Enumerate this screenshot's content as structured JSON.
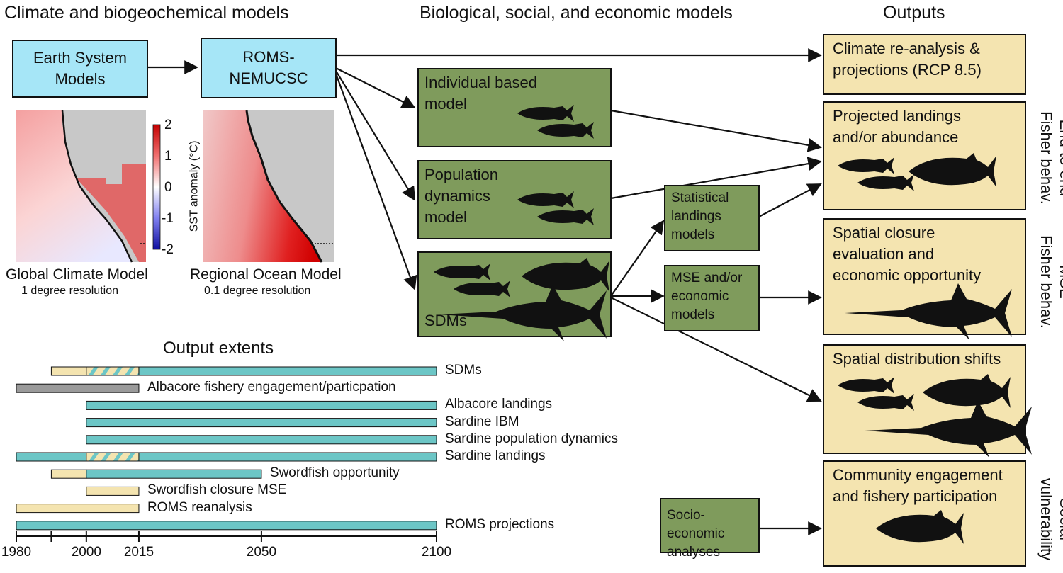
{
  "headers": {
    "climate": "Climate and biogeochemical models",
    "bio": "Biological, social, and economic models",
    "outputs": "Outputs",
    "extents": "Output extents"
  },
  "models": {
    "esm": "Earth System\nModels",
    "roms": "ROMS-\nNEMUCSC",
    "ibm": "Individual based\nmodel",
    "popdyn": "Population\ndynamics\nmodel",
    "sdms": "SDMs",
    "stat_landings": "Statistical\nlandings\nmodels",
    "mse": "MSE and/or\neconomic\nmodels",
    "socio": "Socio-economic\nanalyses"
  },
  "outputs": {
    "climate": "Climate re-analysis &\nprojections (RCP 8.5)",
    "landings": "Projected landings\nand/or abundance",
    "closure": "Spatial closure\nevaluation and\neconomic opportunity",
    "distribution": "Spatial distribution shifts",
    "community": "Community engagement\nand fishery participation"
  },
  "side_labels": {
    "end_to_end": "End-to-end\nFisher behav.",
    "mse": "MSE\nFisher behav.",
    "social": "Social\nvulnerability"
  },
  "maps": {
    "gcm_title": "Global Climate Model",
    "gcm_res": "1 degree resolution",
    "rom_title": "Regional Ocean Model",
    "rom_res": "0.1 degree resolution",
    "colorbar_label": "SST anomaly (°C)",
    "colorbar_ticks": [
      "2",
      "1",
      "0",
      "-1",
      "-2"
    ],
    "colors": {
      "warm": "#dd1f1f",
      "cool": "#3b3bd0",
      "land": "#c8c8c8"
    }
  },
  "colors": {
    "esm_box": "#a6e6f7",
    "model_box": "#7f9b5c",
    "output_box": "#f4e4b0",
    "projection_bar": "#6cc6c6",
    "historic_bar": "#f4e4b0",
    "engagement_bar": "#9a9a9a"
  },
  "chart_data": {
    "type": "gantt",
    "title": "Output extents",
    "x_ticks": [
      1980,
      1990,
      2000,
      2015,
      2050,
      2100
    ],
    "x_tick_labels": [
      "1980",
      "2000",
      "2015",
      "2050",
      "2100"
    ],
    "xlim": [
      1980,
      2100
    ],
    "rows": [
      {
        "name": "SDMs",
        "segments": [
          {
            "start": 1990,
            "end": 2000,
            "kind": "historic"
          },
          {
            "start": 2000,
            "end": 2015,
            "kind": "hatched"
          },
          {
            "start": 2015,
            "end": 2100,
            "kind": "projection"
          }
        ]
      },
      {
        "name": "Albacore fishery engagement/particpation",
        "segments": [
          {
            "start": 1980,
            "end": 2015,
            "kind": "engagement"
          }
        ]
      },
      {
        "name": "Albacore landings",
        "segments": [
          {
            "start": 2000,
            "end": 2100,
            "kind": "projection"
          }
        ]
      },
      {
        "name": "Sardine IBM",
        "segments": [
          {
            "start": 2000,
            "end": 2100,
            "kind": "projection"
          }
        ]
      },
      {
        "name": "Sardine population dynamics",
        "segments": [
          {
            "start": 2000,
            "end": 2100,
            "kind": "projection"
          }
        ]
      },
      {
        "name": "Sardine landings",
        "segments": [
          {
            "start": 1980,
            "end": 2000,
            "kind": "projection"
          },
          {
            "start": 2000,
            "end": 2015,
            "kind": "hatched"
          },
          {
            "start": 2015,
            "end": 2100,
            "kind": "projection"
          }
        ]
      },
      {
        "name": "Swordfish opportunity",
        "segments": [
          {
            "start": 1990,
            "end": 2000,
            "kind": "historic"
          },
          {
            "start": 2000,
            "end": 2050,
            "kind": "projection"
          }
        ]
      },
      {
        "name": "Swordfish closure MSE",
        "segments": [
          {
            "start": 2000,
            "end": 2015,
            "kind": "historic"
          }
        ]
      },
      {
        "name": "ROMS reanalysis",
        "segments": [
          {
            "start": 1980,
            "end": 2015,
            "kind": "historic"
          }
        ]
      },
      {
        "name": "ROMS projections",
        "segments": [
          {
            "start": 1980,
            "end": 2100,
            "kind": "projection"
          }
        ]
      }
    ]
  }
}
